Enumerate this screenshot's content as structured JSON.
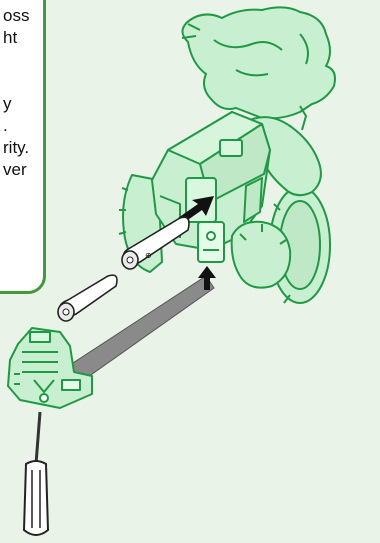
{
  "callout": {
    "lines": [
      "oss",
      "ht",
      "",
      "",
      "y",
      ".",
      "rity.",
      "ver"
    ]
  },
  "colors": {
    "page_background": "#eaf3e8",
    "callout_border": "#3f9a3c",
    "robot_fill": "#c8efcf",
    "robot_stroke": "#1f9a44",
    "arrow": "#111111",
    "ribbon": "#8a8a8a"
  },
  "illustration": {
    "subject": "toy-vehicle-battery-compartment",
    "battery_count": 2,
    "tool": "screwdriver-icon"
  }
}
